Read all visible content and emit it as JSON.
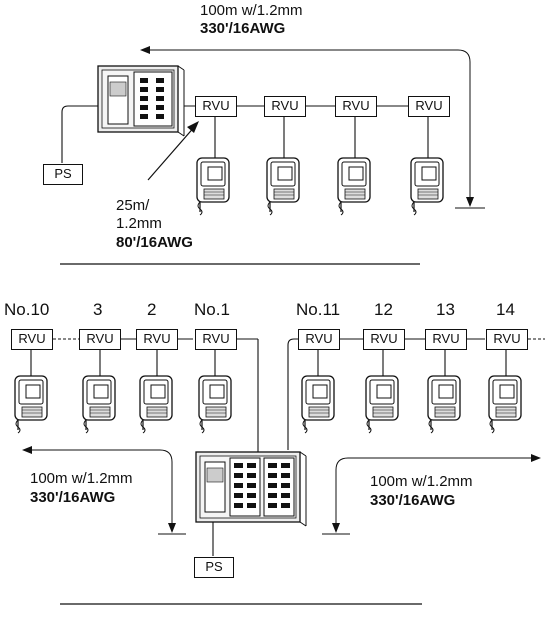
{
  "top_section": {
    "trunk_length": "100m w/1.2mm",
    "trunk_awg": "330'/16AWG",
    "branch_length_1": "25m/",
    "branch_length_2": "1.2mm",
    "branch_awg": "80'/16AWG",
    "ps_label": "PS",
    "rvu_labels": [
      "RVU",
      "RVU",
      "RVU",
      "RVU"
    ]
  },
  "bottom_section": {
    "left_numbers": [
      "No.10",
      "3",
      "2",
      "No.1"
    ],
    "right_numbers": [
      "No.11",
      "12",
      "13",
      "14"
    ],
    "left_rvu_labels": [
      "RVU",
      "RVU",
      "RVU",
      "RVU"
    ],
    "right_rvu_labels": [
      "RVU",
      "RVU",
      "RVU",
      "RVU"
    ],
    "left_length": "100m w/1.2mm",
    "left_awg": "330'/16AWG",
    "right_length": "100m w/1.2mm",
    "right_awg": "330'/16AWG",
    "ps_label": "PS"
  }
}
